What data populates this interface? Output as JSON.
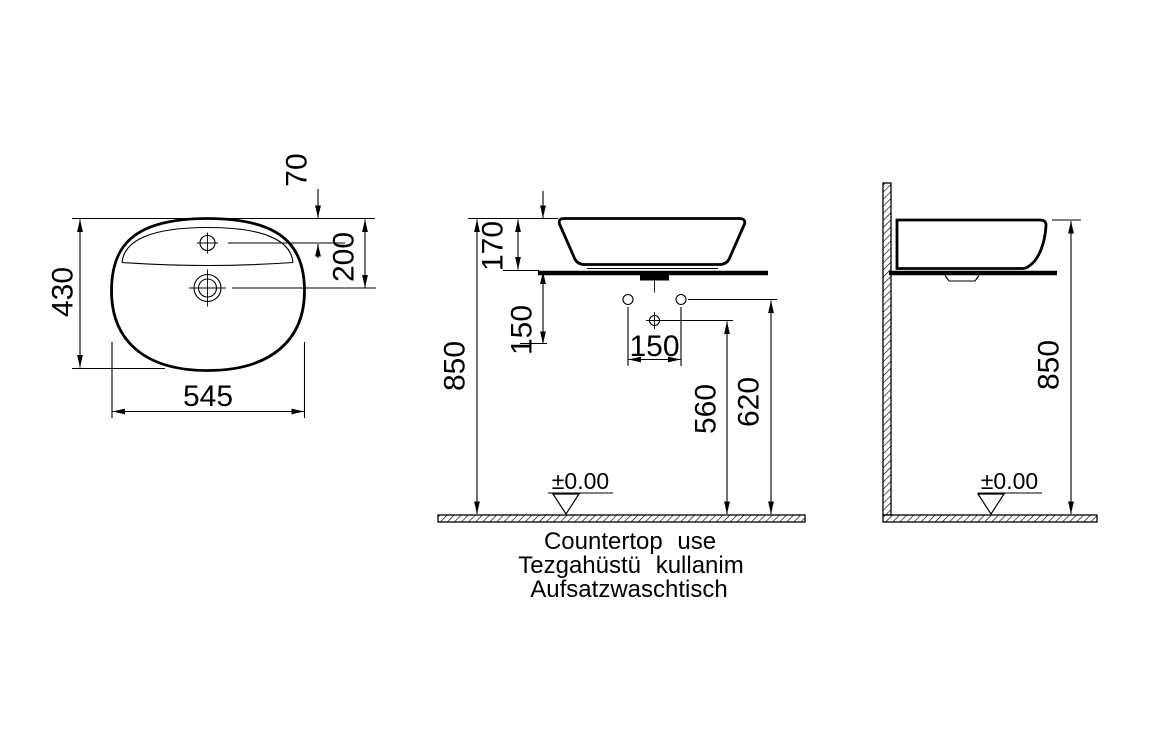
{
  "caption": {
    "line1": "Countertop use",
    "line2": "Tezgahüstü kullanim",
    "line3": "Aufsatzwaschtisch"
  },
  "datum": {
    "front": "±0.00",
    "side": "±0.00"
  },
  "dims": {
    "top_depth": "430",
    "top_width": "545",
    "top_tap_offset": "70",
    "top_drain_offset": "200",
    "front_total_height": "850",
    "front_basin_height": "170",
    "front_hole_drop": "150",
    "front_hole_spacing": "150",
    "front_mixer_hole_height": "560",
    "front_side_holes_height": "620",
    "side_total_height": "850"
  }
}
